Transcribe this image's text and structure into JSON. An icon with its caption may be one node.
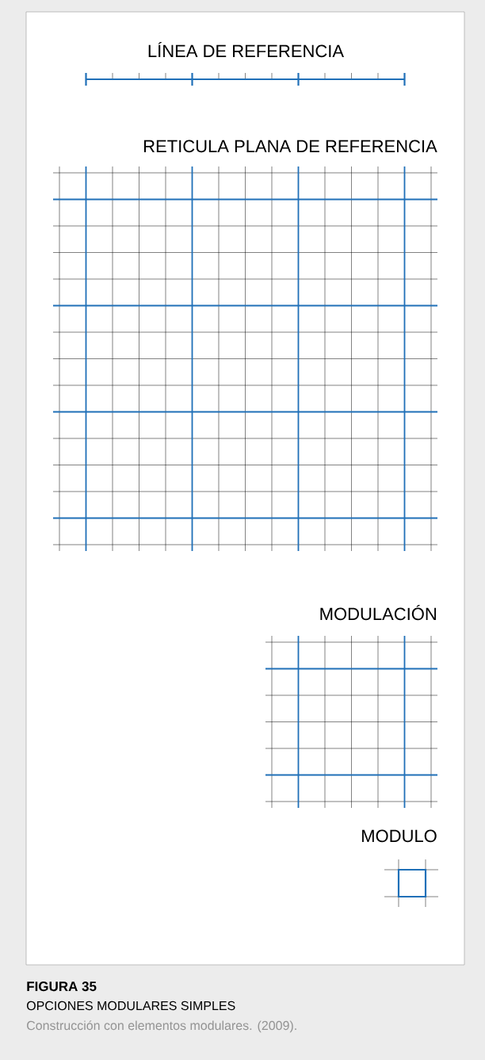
{
  "diagram": {
    "labels": [
      "LÍNEA DE REFERENCIA",
      "RETICULA PLANA DE REFERENCIA",
      "MODULACIÓN",
      "MODULO",
      "FIGURA 35",
      "OPCIONES MODULARES SIMPLES",
      "Construcción con elementos modulares. (2009)."
    ]
  }
}
